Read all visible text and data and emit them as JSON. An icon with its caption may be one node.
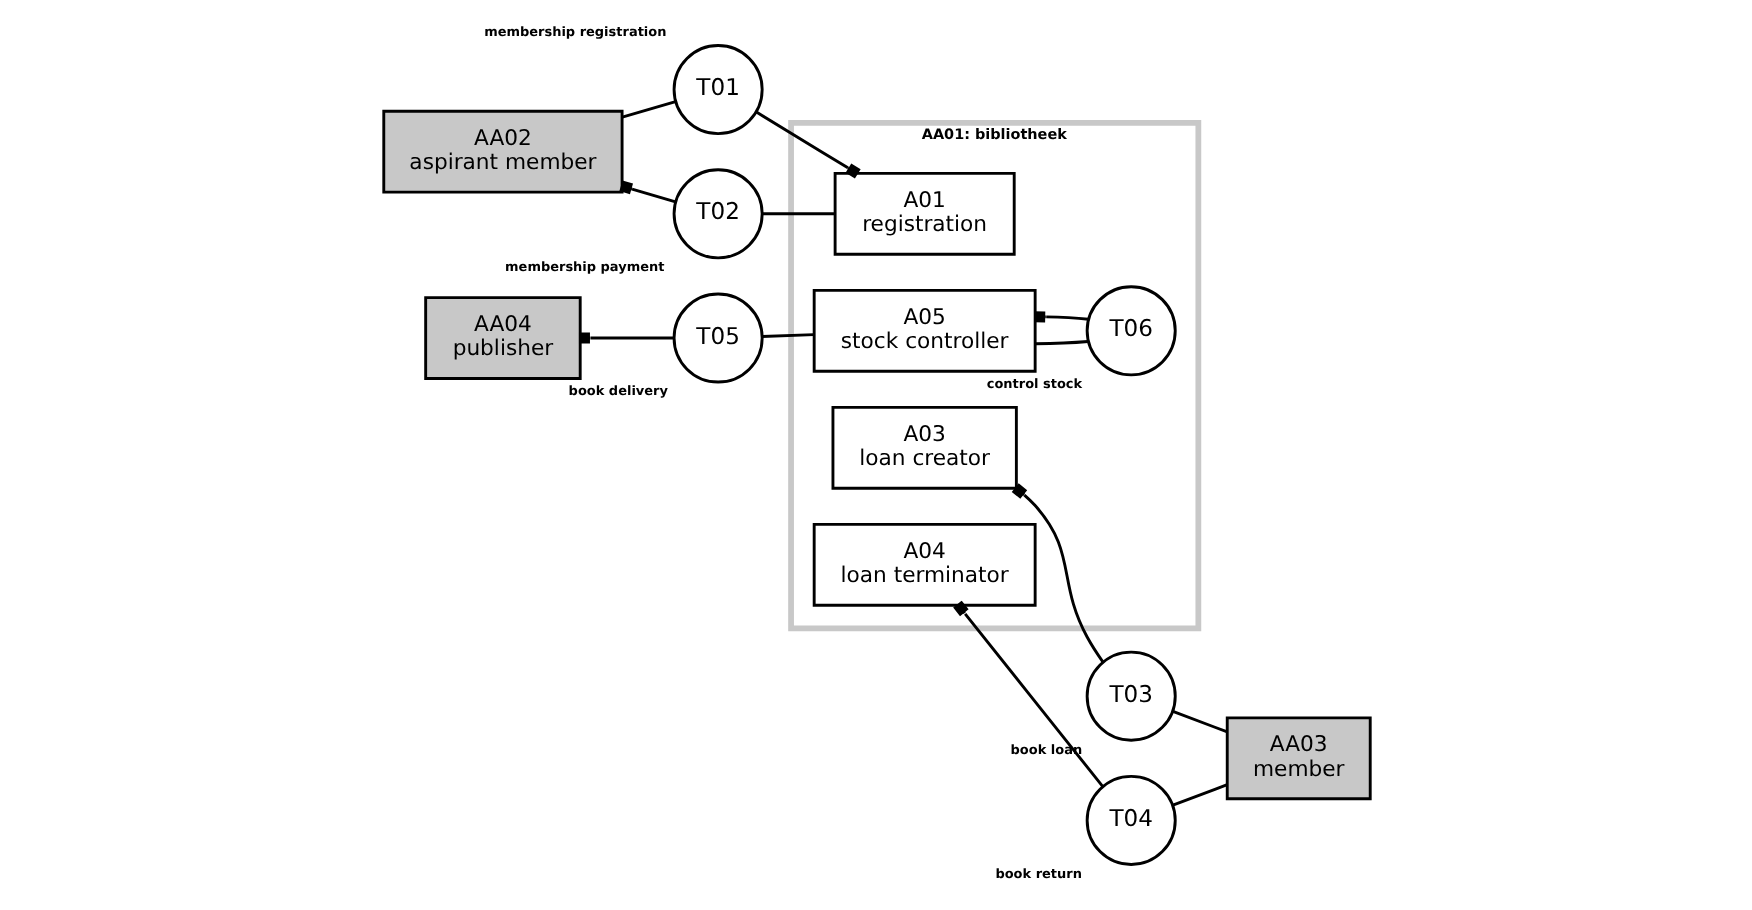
{
  "diagram": {
    "nodes": [
      {
        "text": [
          "AA01: bibliotheek"
        ]
      },
      {
        "text": [
          "AA02",
          "aspirant member"
        ]
      },
      {
        "text": [
          "T01"
        ],
        "beside": [
          "membership registration"
        ]
      },
      {
        "text": [
          "A01",
          "registration"
        ],
        "in": 0
      },
      {
        "text": [
          "T02"
        ],
        "beside": [
          "membership payment"
        ]
      },
      {
        "text": [
          "A03",
          "loan creator"
        ],
        "in": 0
      },
      {
        "text": [
          "T03"
        ],
        "beside": [
          "book loan"
        ]
      },
      {
        "text": [
          "AA03",
          "member"
        ]
      },
      {
        "text": [
          "A04",
          "loan terminator"
        ],
        "in": 0
      },
      {
        "text": [
          "T04"
        ],
        "beside": [
          "book return"
        ]
      },
      {
        "text": [
          "AA04",
          "publisher"
        ]
      },
      {
        "text": [
          "T05"
        ],
        "beside": [
          "book delivery"
        ]
      },
      {
        "text": [
          "A05",
          "stock controller"
        ],
        "in": 0
      },
      {
        "text": [
          "T06"
        ],
        "beside": [
          "control stock"
        ],
        "in": 0
      }
    ],
    "edges": [
      {
        "from": 1,
        "to": 2,
        "arrow": "none"
      },
      {
        "from": 3,
        "to": 2,
        "arrow": "other"
      },
      {
        "from": 1,
        "to": 4,
        "arrow": "other"
      },
      {
        "from": 4,
        "to": 3,
        "arrow": "none"
      },
      {
        "from": 5,
        "to": 6,
        "arrow": "other"
      },
      {
        "from": 6,
        "to": 7,
        "arrow": "none"
      },
      {
        "from": 8,
        "to": 9,
        "arrow": "other"
      },
      {
        "from": 9,
        "to": 7,
        "arrow": "none"
      },
      {
        "from": 10,
        "to": 11,
        "arrow": "other"
      },
      {
        "from": 11,
        "to": 12,
        "arrow": "none"
      },
      {
        "from": 12,
        "to": 13,
        "arrow": "none"
      },
      {
        "from": 12,
        "to": 13,
        "arrow": "other"
      }
    ]
  }
}
